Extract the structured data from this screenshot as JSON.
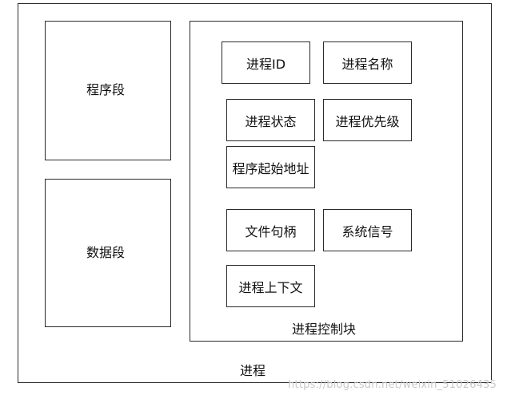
{
  "process": {
    "label": "进程",
    "program_segment": "程序段",
    "data_segment": "数据段",
    "pcb": {
      "label": "进程控制块",
      "fields": {
        "process_id": "进程ID",
        "process_name": "进程名称",
        "process_state": "进程状态",
        "process_priority": "进程优先级",
        "program_start_address": "程序起始地址",
        "file_handle": "文件句柄",
        "system_signal": "系统信号",
        "process_context": "进程上下文"
      }
    }
  },
  "watermark": "https://blog.csdn.net/weixin_51026435"
}
